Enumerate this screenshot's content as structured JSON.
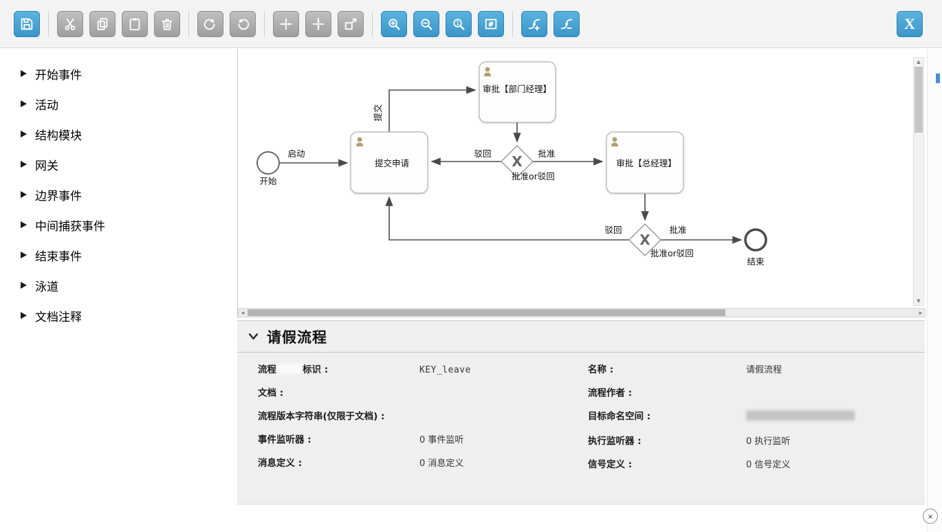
{
  "toolbar": {
    "x_button_label": "X",
    "buttons": [
      {
        "name": "save",
        "enabled": true
      },
      {
        "name": "cut",
        "enabled": false
      },
      {
        "name": "copy",
        "enabled": false
      },
      {
        "name": "paste",
        "enabled": false
      },
      {
        "name": "delete",
        "enabled": false
      },
      {
        "name": "redo",
        "enabled": false
      },
      {
        "name": "undo",
        "enabled": false
      },
      {
        "name": "align-horizontal",
        "enabled": false
      },
      {
        "name": "align-vertical",
        "enabled": false
      },
      {
        "name": "same-size",
        "enabled": false
      },
      {
        "name": "zoom-in",
        "enabled": true
      },
      {
        "name": "zoom-out",
        "enabled": true
      },
      {
        "name": "zoom-actual",
        "enabled": true
      },
      {
        "name": "zoom-fit",
        "enabled": true
      },
      {
        "name": "add-bendpoint",
        "enabled": true
      },
      {
        "name": "remove-bendpoint",
        "enabled": true
      }
    ]
  },
  "palette": {
    "items": [
      {
        "label": "开始事件"
      },
      {
        "label": "活动"
      },
      {
        "label": "结构模块"
      },
      {
        "label": "网关"
      },
      {
        "label": "边界事件"
      },
      {
        "label": "中间捕获事件"
      },
      {
        "label": "结束事件"
      },
      {
        "label": "泳道"
      },
      {
        "label": "文档注释"
      }
    ]
  },
  "diagram": {
    "start": {
      "label": "开始"
    },
    "end": {
      "label": "结束"
    },
    "tasks": {
      "submit": {
        "label": "提交申请"
      },
      "dept_manager": {
        "label": "审批【部门经理】"
      },
      "general_manager": {
        "label": "审批【总经理】"
      }
    },
    "gateways": {
      "g1": {
        "symbol": "X",
        "label": "批准or驳回"
      },
      "g2": {
        "symbol": "X",
        "label": "批准or驳回"
      }
    },
    "edges": {
      "launch": {
        "label": "启动"
      },
      "submit_up": {
        "label": "提交"
      },
      "g1_reject": {
        "label": "驳回"
      },
      "g1_approve": {
        "label": "批准"
      },
      "g2_reject": {
        "label": "驳回"
      },
      "g2_approve": {
        "label": "批准"
      }
    }
  },
  "properties": {
    "title": "请假流程",
    "left": [
      {
        "label_prefix": "流程",
        "label_suffix": "标识 :",
        "label_redacted": true,
        "value": "KEY_leave"
      },
      {
        "label": "文档 :",
        "value": ""
      },
      {
        "label": "流程版本字符串(仅限于文档) :",
        "value": ""
      },
      {
        "label": "事件监听器 :",
        "value": "0 事件监听"
      },
      {
        "label": "消息定义 :",
        "value": "0 消息定义"
      }
    ],
    "right": [
      {
        "label": "名称 :",
        "value": "请假流程"
      },
      {
        "label": "流程作者 :",
        "value": ""
      },
      {
        "label": "目标命名空间 :",
        "value": "",
        "value_redacted": true
      },
      {
        "label": "执行监听器 :",
        "value": "0 执行监听"
      },
      {
        "label": "信号定义 :",
        "value": "0 信号定义"
      }
    ]
  },
  "window": {
    "close_label": "×"
  }
}
